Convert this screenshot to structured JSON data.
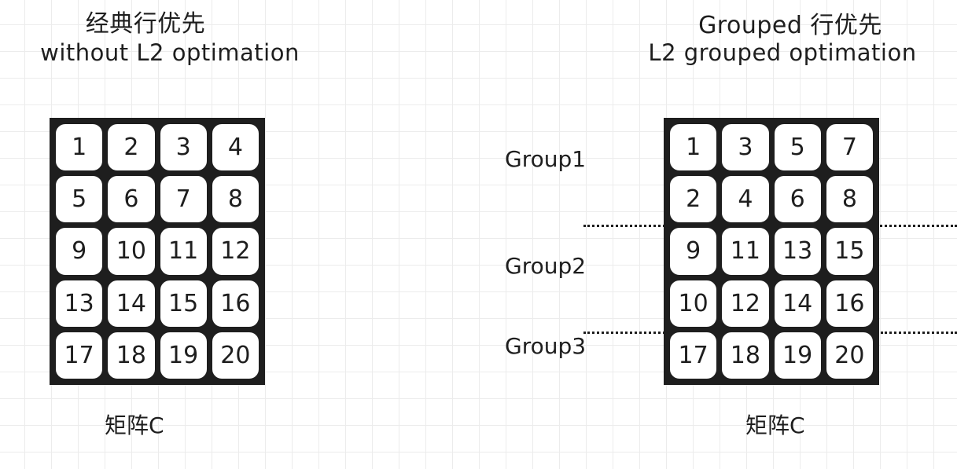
{
  "left": {
    "title": "经典行优先",
    "subtitle": "without L2 optimation",
    "cells": [
      "1",
      "2",
      "3",
      "4",
      "5",
      "6",
      "7",
      "8",
      "9",
      "10",
      "11",
      "12",
      "13",
      "14",
      "15",
      "16",
      "17",
      "18",
      "19",
      "20"
    ],
    "caption": "矩阵C"
  },
  "right": {
    "title": "Grouped 行优先",
    "subtitle": "L2 grouped optimation",
    "cells": [
      "1",
      "3",
      "5",
      "7",
      "2",
      "4",
      "6",
      "8",
      "9",
      "11",
      "13",
      "15",
      "10",
      "12",
      "14",
      "16",
      "17",
      "18",
      "19",
      "20"
    ],
    "caption": "矩阵C",
    "groups": [
      "Group1",
      "Group2",
      "Group3"
    ]
  }
}
